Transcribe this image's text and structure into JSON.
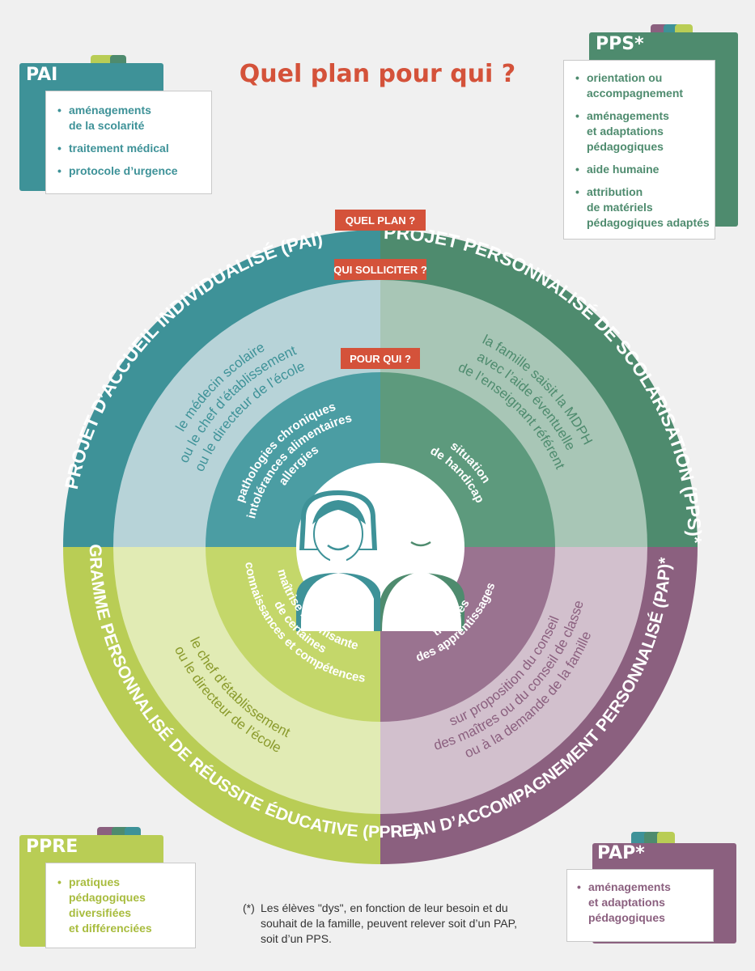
{
  "title": "Quel plan pour qui ?",
  "colors": {
    "pai": "#3e9298",
    "pps": "#4e8b6e",
    "ppre": "#b9cd55",
    "pap": "#8b607f",
    "accent": "#d4523a"
  },
  "cards": {
    "pai": {
      "name": "PAI",
      "items": [
        "aménagements\nde la scolarité",
        "traitement médical",
        "protocole d’urgence"
      ]
    },
    "pps": {
      "name": "PPS*",
      "items": [
        "orientation ou\naccompagnement",
        "aménagements\net adaptations\npédagogiques",
        "aide humaine",
        "attribution\nde matériels\npédagogiques adaptés"
      ]
    },
    "ppre": {
      "name": "PPRE",
      "items": [
        "pratiques\npédagogiques\ndiversifiées\net différenciées"
      ]
    },
    "pap": {
      "name": "PAP*",
      "items": [
        "aménagements\net adaptations\npédagogiques"
      ]
    }
  },
  "wheel": {
    "labels": {
      "plan": "QUEL PLAN ?",
      "who_ask": "QUI SOLLICITER ?",
      "for_who": "POUR QUI ?"
    },
    "ring": {
      "pai": "PROJET D’ACCUEIL INDIVIDUALISÉ (PAI)",
      "pps": "PROJET PERSONNALISÉ DE SCOLARISATION (PPS)*",
      "ppre": "PROGRAMME PERSONNALISÉ DE RÉUSSITE ÉDUCATIVE (PPRE)",
      "pap": "PLAN D’ACCOMPAGNEMENT PERSONNALISÉ (PAP)*"
    },
    "contact": {
      "pai": [
        "le médecin scolaire",
        "ou le chef d’établissement",
        "ou le directeur de l’école"
      ],
      "pps": [
        "la famille saisit la MDPH",
        "avec l’aide éventuelle",
        "de l’enseignant référent"
      ],
      "ppre": [
        "le chef d’établissement",
        "ou le directeur de l’école"
      ],
      "pap": [
        "sur proposition du conseil",
        "des maîtres ou du conseil de classe",
        "ou à la demande de la famille"
      ]
    },
    "target": {
      "pai": [
        "pathologies chroniques",
        "intolérances alimentaires",
        "allergies"
      ],
      "pps": [
        "situation",
        "de handicap"
      ],
      "ppre": [
        "maîtrise insuffisante",
        "de certaines",
        "connaissances et compétences"
      ],
      "pap": [
        "troubles",
        "des apprentissages"
      ]
    }
  },
  "footnote": {
    "mark": "(*)",
    "text": "Les élèves \"dys\", en fonction de leur besoin et du souhait de la famille, peuvent relever soit d’un PAP, soit d’un PPS."
  }
}
